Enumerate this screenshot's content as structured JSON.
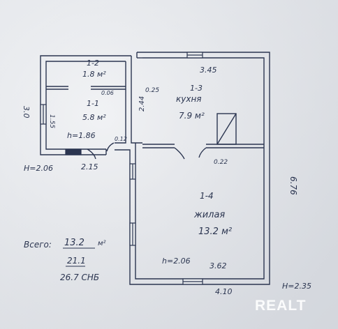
{
  "plan": {
    "rooms": [
      {
        "id": "1-2",
        "number": "1-2",
        "area": "1.8 м²",
        "extra": "0.06"
      },
      {
        "id": "1-1",
        "number": "1-1",
        "area": "5.8 м²",
        "height": "h=1.86"
      },
      {
        "id": "1-3",
        "number": "1-3",
        "name": "кухня",
        "area": "7.9 м²"
      },
      {
        "id": "1-4",
        "number": "1-4",
        "name": "жилая",
        "area": "13.2 м²",
        "height": "h=2.06"
      }
    ],
    "dimensions": {
      "top": "3.45",
      "right": "6.76",
      "bottom_outer": "4.10",
      "bottom_inner": "3.62",
      "left_small": "3.0",
      "left_inner": "1.55",
      "left_bottom": "2.15",
      "kitchen_left": "2.44",
      "gap_1": "0.25",
      "gap_2": "0.12",
      "gap_3": "0.22"
    },
    "heights": {
      "left": "H=2.06",
      "right": "H=2.35"
    },
    "totals": {
      "label": "Всего:",
      "area": "13.2",
      "unit": "м²",
      "sub": "21.1",
      "total": "26.7 СНБ"
    },
    "watermark": "REALT",
    "colors": {
      "ink": "#2b3550",
      "paper": "#e9ebee"
    }
  }
}
